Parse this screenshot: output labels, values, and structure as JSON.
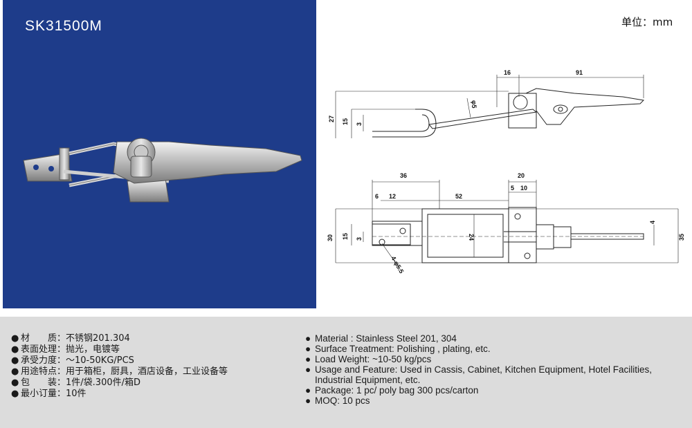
{
  "product": {
    "model": "SK31500M"
  },
  "unit_label": "单位：mm",
  "bullet_char": "●",
  "drawing": {
    "side_view_dims": [
      "16",
      "91",
      "27",
      "15",
      "3",
      "φ5"
    ],
    "top_view_dims": [
      "36",
      "20",
      "52",
      "6",
      "12",
      "5",
      "10",
      "30",
      "15",
      "3",
      "24",
      "4",
      "35",
      "4-φ5.5"
    ]
  },
  "specs_cn": [
    {
      "label": "材　　质：",
      "value": "不锈钢201.304"
    },
    {
      "label": "表面处理：",
      "value": "抛光，电镀等"
    },
    {
      "label": "承受力度：",
      "value": "～10-50KG/PCS"
    },
    {
      "label": "用途特点：",
      "value": "用于箱柜，厨具，酒店设备，工业设备等"
    },
    {
      "label": "包　　装：",
      "value": "1件/袋.300件/箱D"
    },
    {
      "label": "最小订量：",
      "value": "10件"
    }
  ],
  "specs_en": [
    "Material : Stainless Steel 201, 304",
    "Surface Treatment: Polishing , plating, etc.",
    "Load Weight: ~10-50 kg/pcs",
    "Usage and Feature: Used in Cassis, Cabinet, Kitchen Equipment, Hotel Facilities, Industrial Equipment, etc.",
    "Package: 1 pc/ poly bag  300 pcs/carton",
    "MOQ: 10 pcs"
  ]
}
